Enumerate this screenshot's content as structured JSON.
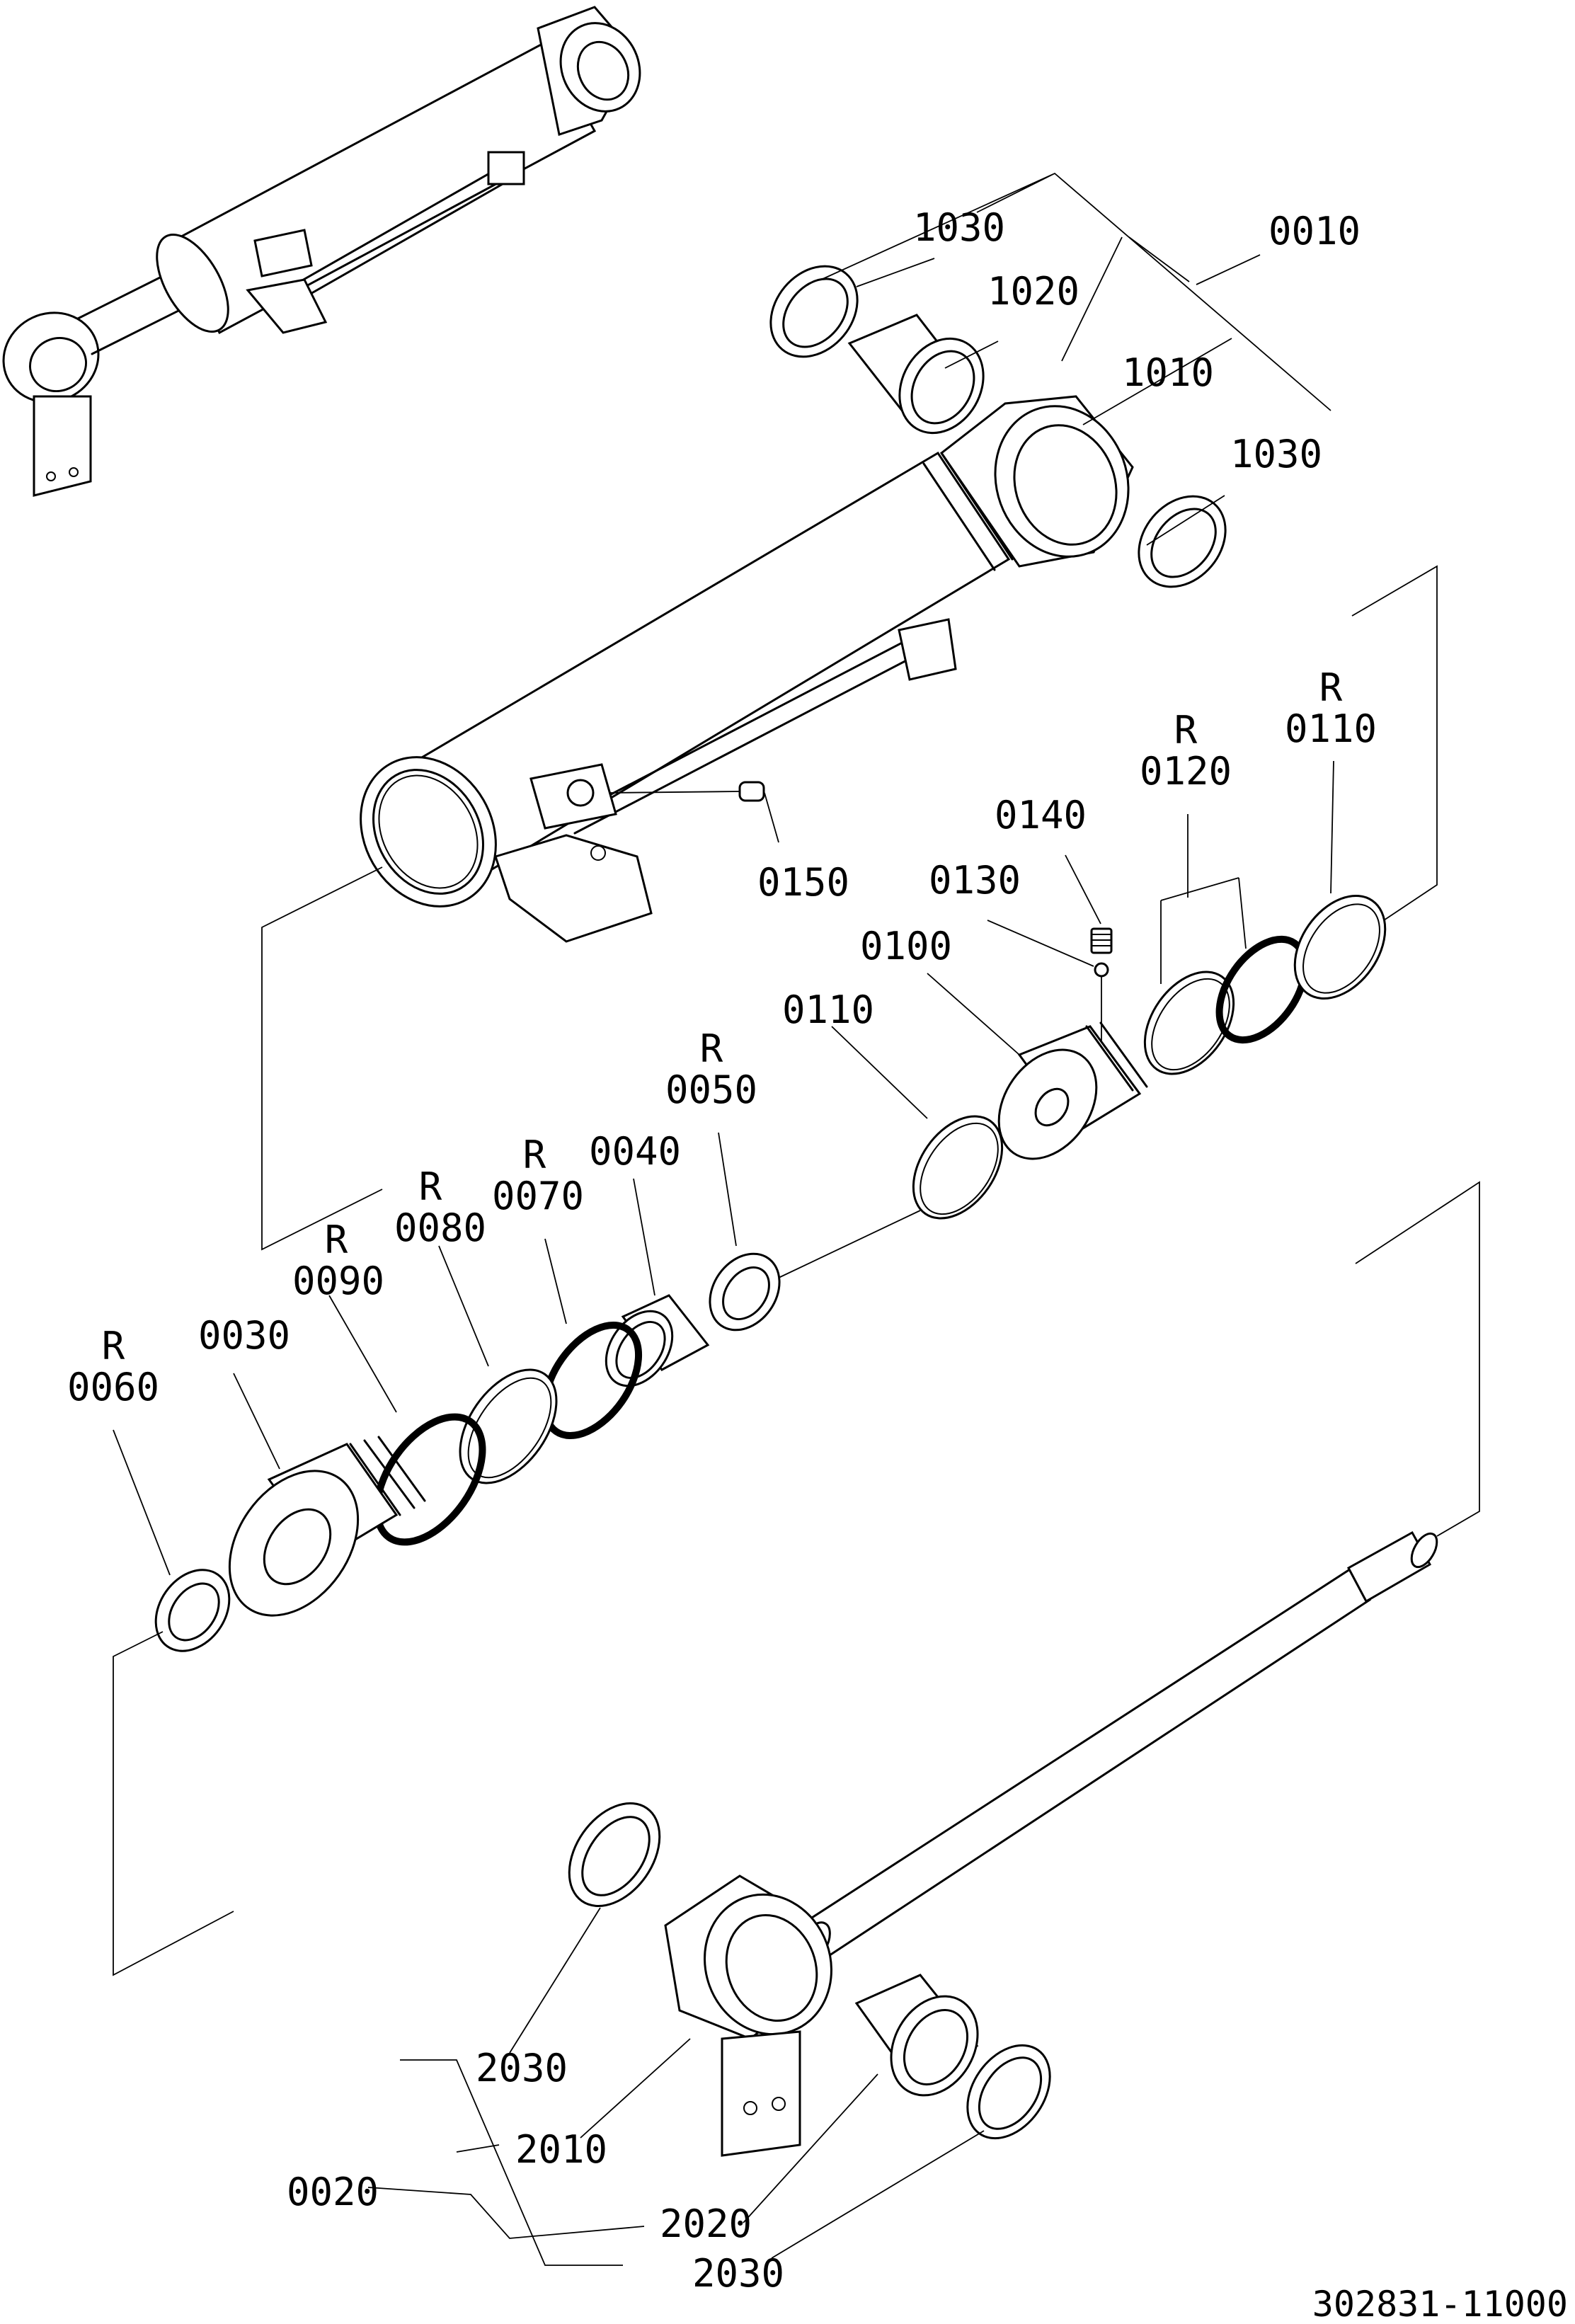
{
  "document_number": "302831-11000",
  "callouts": {
    "c1030a": {
      "ref": "",
      "code": "1030"
    },
    "c1020": {
      "ref": "",
      "code": "1020"
    },
    "c0010": {
      "ref": "",
      "code": "0010"
    },
    "c1010": {
      "ref": "",
      "code": "1010"
    },
    "c1030b": {
      "ref": "",
      "code": "1030"
    },
    "c0110r": {
      "ref": "R",
      "code": "0110"
    },
    "c0120": {
      "ref": "R",
      "code": "0120"
    },
    "c0140": {
      "ref": "",
      "code": "0140"
    },
    "c0130": {
      "ref": "",
      "code": "0130"
    },
    "c0150": {
      "ref": "",
      "code": "0150"
    },
    "c0100": {
      "ref": "",
      "code": "0100"
    },
    "c0110": {
      "ref": "",
      "code": "0110"
    },
    "c0050": {
      "ref": "R",
      "code": "0050"
    },
    "c0070": {
      "ref": "R",
      "code": "0070"
    },
    "c0040": {
      "ref": "",
      "code": "0040"
    },
    "c0080": {
      "ref": "R",
      "code": "0080"
    },
    "c0090": {
      "ref": "R",
      "code": "0090"
    },
    "c0030": {
      "ref": "",
      "code": "0030"
    },
    "c0060": {
      "ref": "R",
      "code": "0060"
    },
    "c2030a": {
      "ref": "",
      "code": "2030"
    },
    "c2010": {
      "ref": "",
      "code": "2010"
    },
    "c0020": {
      "ref": "",
      "code": "0020"
    },
    "c2020": {
      "ref": "",
      "code": "2020"
    },
    "c2030b": {
      "ref": "",
      "code": "2030"
    }
  }
}
